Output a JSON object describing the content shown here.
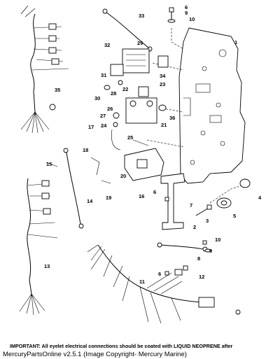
{
  "note": "IMPORTANT: All eyelet electrical connections should be coated with LIQUID NEOPRENE after",
  "credit": "MercuryPartsOnline v2.5.1 (Image Copyright- Mercury Marine)",
  "callouts": [
    "1",
    "2",
    "3",
    "4",
    "5",
    "6",
    "7",
    "8",
    "9",
    "10",
    "11",
    "12",
    "13",
    "14",
    "15",
    "16",
    "17",
    "18",
    "19",
    "20",
    "21",
    "22",
    "23",
    "24",
    "25",
    "26",
    "27",
    "28",
    "29",
    "30",
    "31",
    "32",
    "33",
    "34",
    "35",
    "36"
  ]
}
